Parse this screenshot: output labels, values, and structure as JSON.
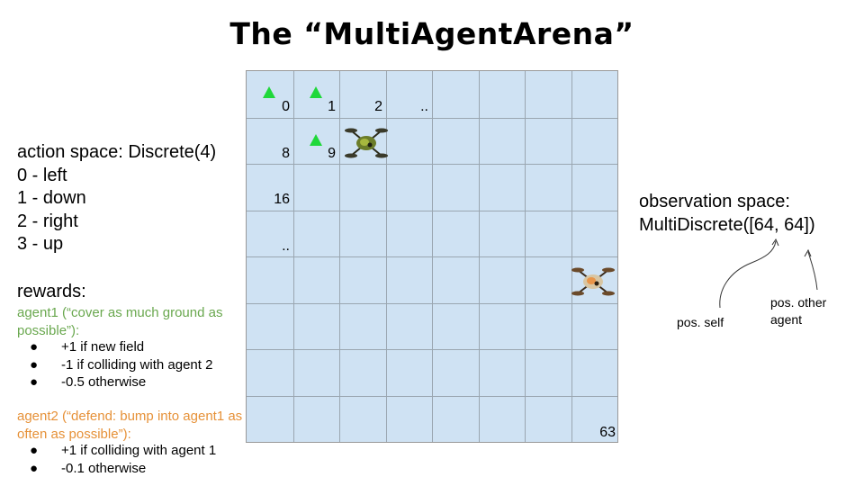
{
  "title": "The “MultiAgentArena”",
  "action_space": {
    "heading": "action space: Discrete(4)",
    "items": [
      "0 - left",
      "1 - down",
      "2 - right",
      "3 - up"
    ]
  },
  "rewards": {
    "heading": "rewards:",
    "agent1": {
      "heading": "agent1 (“cover as much ground as possible”):",
      "color": "#6aa84f",
      "rules": [
        "+1 if new field",
        "-1 if colliding with agent 2",
        "-0.5 otherwise"
      ]
    },
    "agent2": {
      "heading": "agent2 (“defend: bump into agent1 as often as possible”):",
      "color": "#e69138",
      "rules": [
        "+1 if colliding with agent 1",
        "-0.1 otherwise"
      ]
    },
    "bullet": "●"
  },
  "grid": {
    "rows": 8,
    "cols": 8,
    "fill_color": "#cfe2f3",
    "labels": [
      "0",
      "1",
      "2",
      "..",
      "8",
      "9",
      "16",
      "..",
      "63"
    ],
    "visited_marker_color": "#1fd83a"
  },
  "observation": {
    "line1": "observation space:",
    "line2": "MultiDiscrete([64, 64])",
    "pos_self": "pos. self",
    "pos_other": "pos. other agent"
  },
  "icons": [
    "visited-field-marker-icon",
    "drone-icon"
  ]
}
